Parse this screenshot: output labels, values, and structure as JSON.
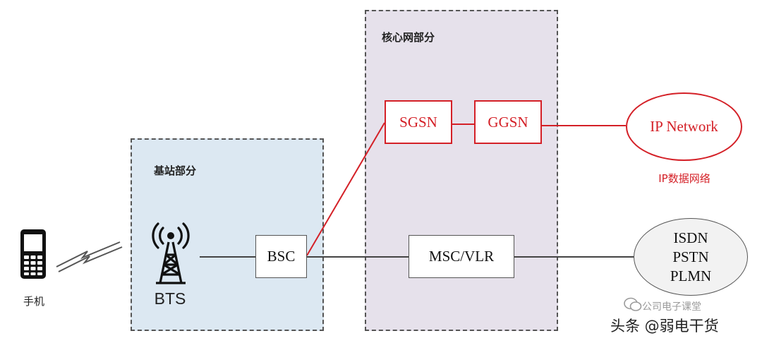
{
  "regions": {
    "base_station": {
      "title": "基站部分"
    },
    "core_network": {
      "title": "核心网部分"
    }
  },
  "nodes": {
    "bsc": "BSC",
    "msc_vlr": "MSC/VLR",
    "sgsn": "SGSN",
    "ggsn": "GGSN",
    "ip_network": "IP Network",
    "external_networks": [
      "ISDN",
      "PSTN",
      "PLMN"
    ]
  },
  "labels": {
    "ip_network_caption": "IP数据网络",
    "phone": "手机",
    "bts": "BTS"
  },
  "watermark": {
    "small": "公司电子课堂",
    "large": "头条 @弱电干货"
  },
  "colors": {
    "data_path": "#d42027",
    "voice_path": "#444444",
    "base_station_fill": "#dce8f2",
    "core_network_fill": "#e6e1eb"
  },
  "icons": {
    "phone": "mobile-phone-icon",
    "bts": "radio-tower-icon",
    "wireless": "wireless-link-icon",
    "watermark": "wechat-icon"
  }
}
